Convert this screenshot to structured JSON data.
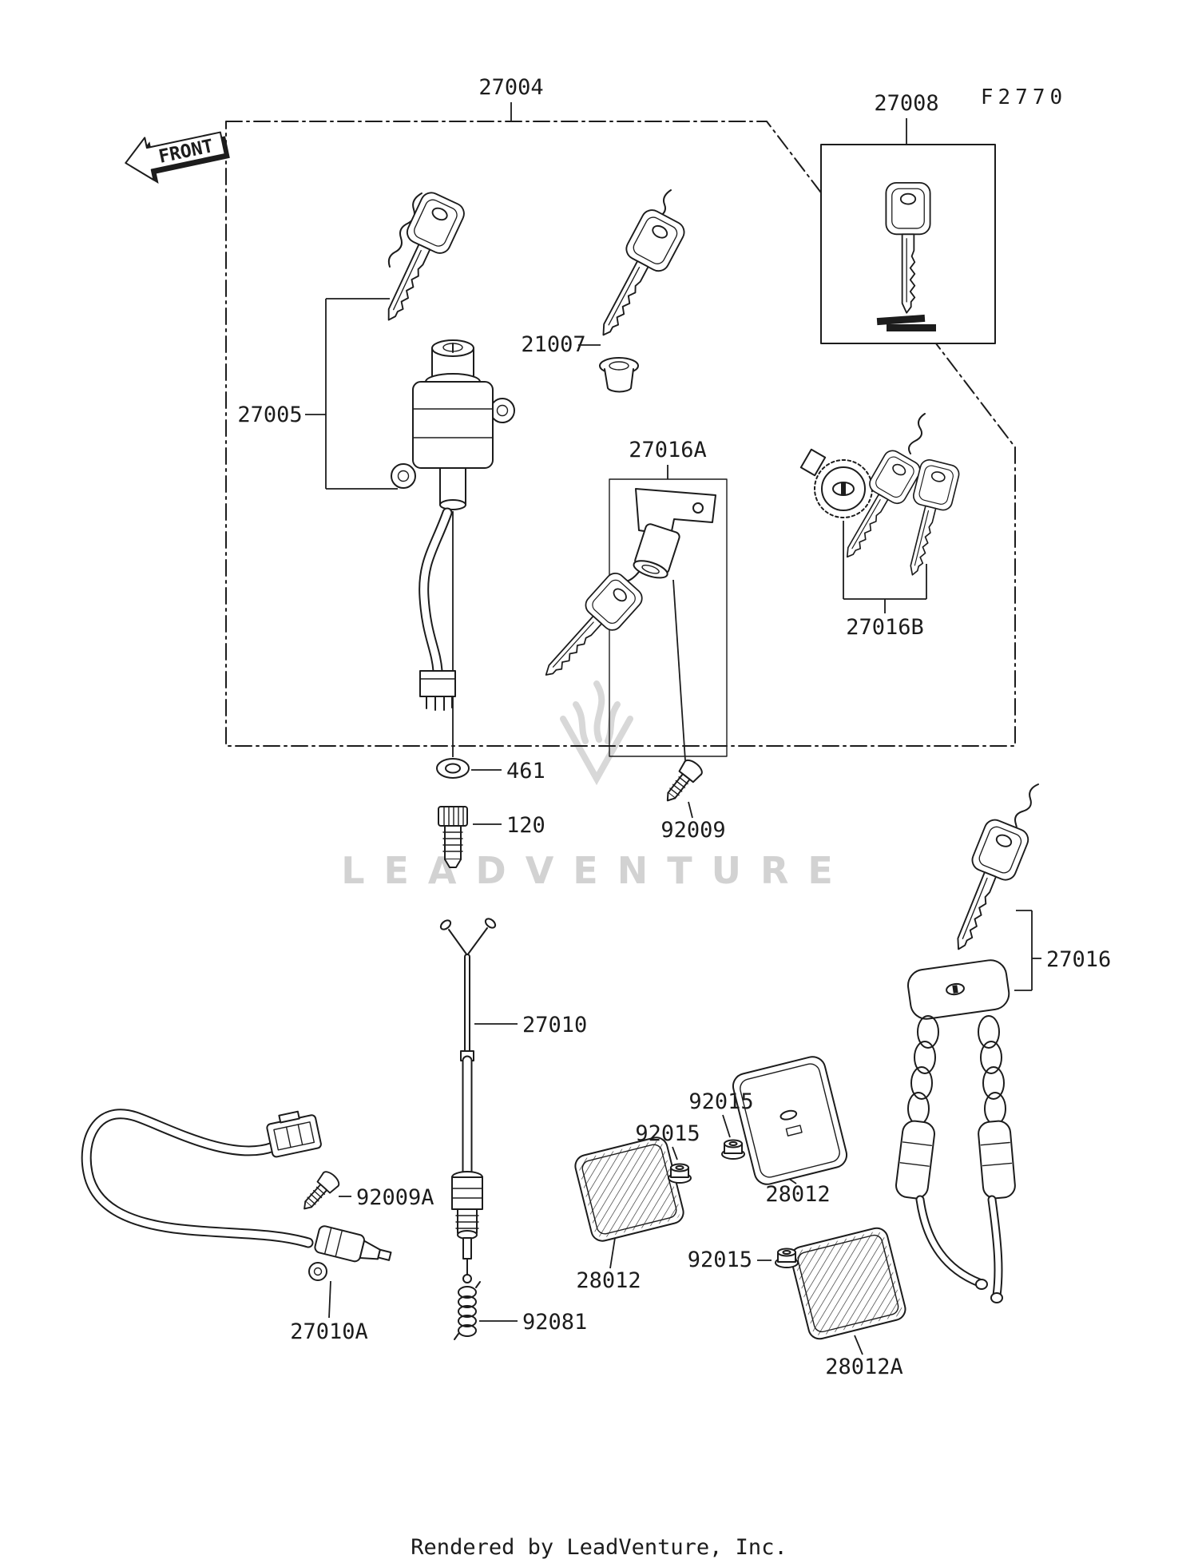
{
  "diagram": {
    "code": "F2770",
    "front_label": "FRONT",
    "watermark": "LEADVENTURE",
    "footer": "Rendered by LeadVenture, Inc."
  },
  "parts": {
    "p27004": "27004",
    "p27008": "27008",
    "p27005": "27005",
    "p21007": "21007",
    "p27016A": "27016A",
    "p27016B": "27016B",
    "p461": "461",
    "p120": "120",
    "p92009": "92009",
    "p27016": "27016",
    "p27010": "27010",
    "p92015": "92015",
    "p28012": "28012",
    "p92009A": "92009A",
    "p27010A": "27010A",
    "p92081": "92081",
    "p28012A": "28012A"
  }
}
